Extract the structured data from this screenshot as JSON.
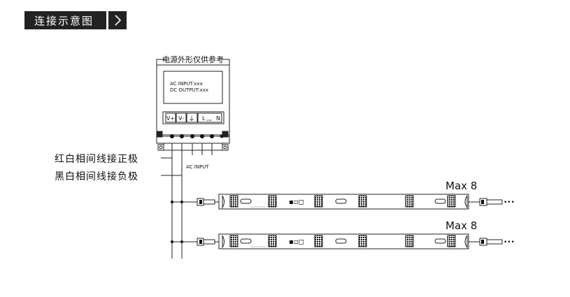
{
  "header": {
    "title": "连接示意图",
    "arrow_icon": "chevron-right-icon"
  },
  "power_supply": {
    "caption": "电源外形仅供参考",
    "display_line1": "AC INPUT:xxx",
    "display_line2": "DC OUTPUT:xxx",
    "terminals": [
      "V+",
      "V-",
      "⏚",
      "L",
      "N"
    ],
    "terminal_l_sub": "ACIN"
  },
  "labels": {
    "red_wire": "红白相间线接正极",
    "black_wire": "黑白相间线接负极",
    "ac_input": "AC INPUT"
  },
  "strips": [
    {
      "max_label": "Max 8"
    },
    {
      "max_label": "Max 8"
    }
  ]
}
